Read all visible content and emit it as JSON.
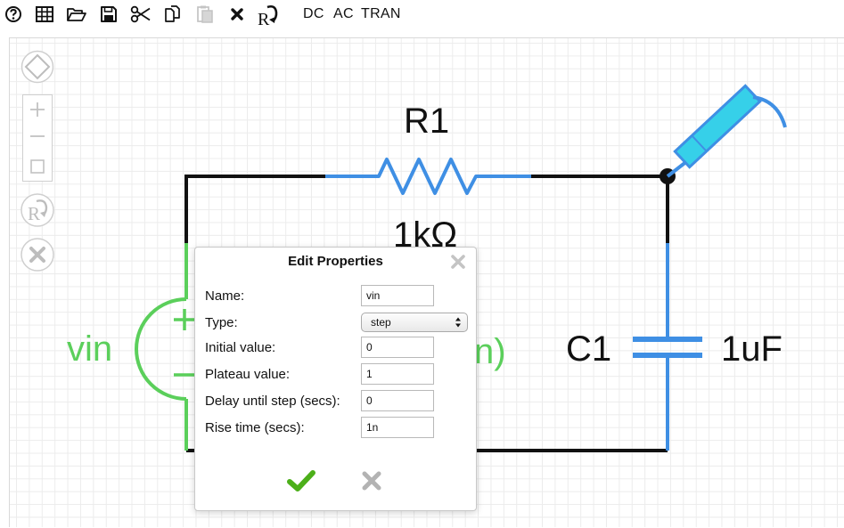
{
  "toolbar": {
    "icons": [
      "help-icon",
      "table-icon",
      "open-folder-icon",
      "save-icon",
      "cut-icon",
      "copy-icon",
      "paste-icon",
      "delete-icon",
      "rotate-icon"
    ],
    "analysis_buttons": {
      "dc": "DC",
      "ac": "AC",
      "tran": "TRAN"
    }
  },
  "schematic": {
    "resistor": {
      "name": "R1",
      "value": "1kΩ"
    },
    "capacitor": {
      "name": "C1",
      "value": "1uF"
    },
    "source": {
      "name": "vin",
      "partial_label": "n)"
    },
    "colors": {
      "wire": "#111111",
      "selected": "#3f8fe4",
      "source": "#5bcf5b",
      "probe": "#36d0e9"
    }
  },
  "dialog": {
    "title": "Edit Properties",
    "fields": [
      {
        "label": "Name:",
        "value": "vin"
      },
      {
        "label": "Type:",
        "value": "step"
      },
      {
        "label": "Initial value:",
        "value": "0"
      },
      {
        "label": "Plateau value:",
        "value": "1"
      },
      {
        "label": "Delay until step (secs):",
        "value": "0"
      },
      {
        "label": "Rise time (secs):",
        "value": "1n"
      }
    ],
    "colors": {
      "ok": "#4caf1a",
      "cancel": "#b3b3b3"
    }
  }
}
